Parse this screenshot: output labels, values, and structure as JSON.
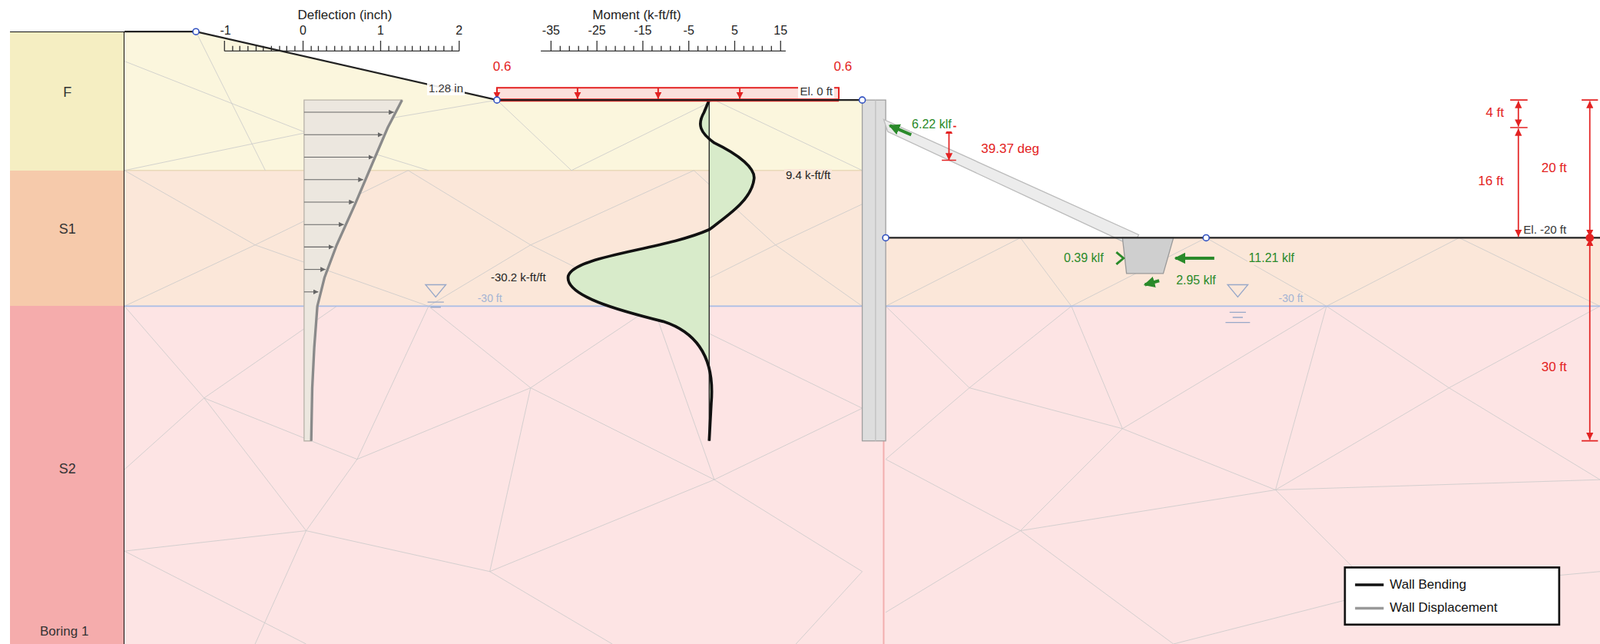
{
  "diagram": {
    "nodes": [
      {
        "text": [
          "F"
        ]
      },
      {
        "text": [
          "S1"
        ]
      },
      {
        "text": [
          "S2"
        ]
      }
    ],
    "labels": [
      "Deflection (inch)",
      "-1",
      "0",
      "1",
      "2",
      "Moment (k-ft/ft)",
      "-35",
      "-25",
      "-15",
      "-5",
      "5",
      "15",
      "0.6",
      "0.6",
      "1.28 in",
      "El. 0 ft",
      "6.22 klf",
      "39.37 deg",
      "4 ft",
      "16 ft",
      "20 ft",
      "El. -20 ft",
      "9.4 k-ft/ft",
      "-30.2 k-ft/ft",
      "0.39 klf",
      "11.21 klf",
      "2.95 klf",
      "-30 ft",
      "-30 ft",
      "30 ft",
      "Boring 1"
    ],
    "legend": [
      {
        "text": "Wall Bending"
      },
      {
        "text": "Wall Displacement"
      }
    ]
  }
}
